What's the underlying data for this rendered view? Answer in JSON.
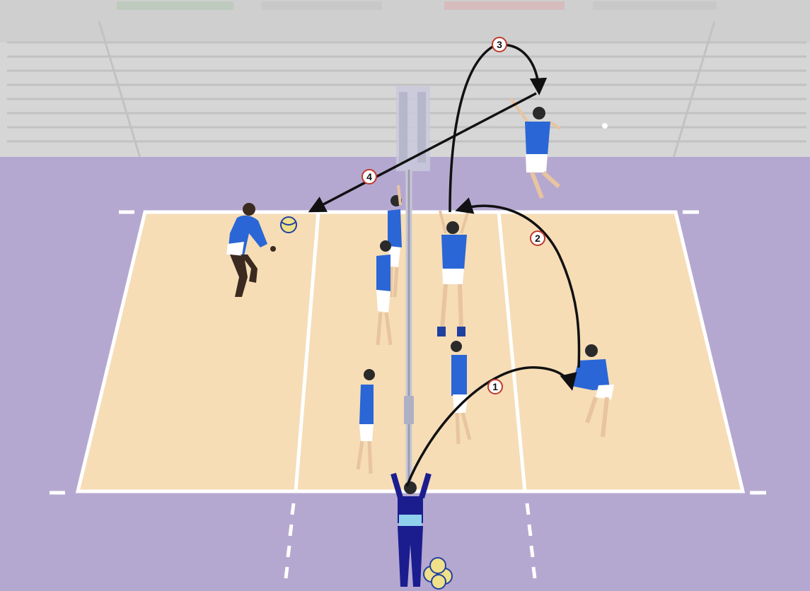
{
  "diagram": {
    "steps": [
      {
        "label": "1"
      },
      {
        "label": "2"
      },
      {
        "label": "3"
      },
      {
        "label": "4"
      }
    ],
    "colors": {
      "floor": "#b5a8d0",
      "court": "#f6ddb6",
      "lines": "#ffffff",
      "arena": "#d3d3d3",
      "jersey": "#2a66d6",
      "coach": "#1b1d8f",
      "arrow": "#111111"
    }
  }
}
